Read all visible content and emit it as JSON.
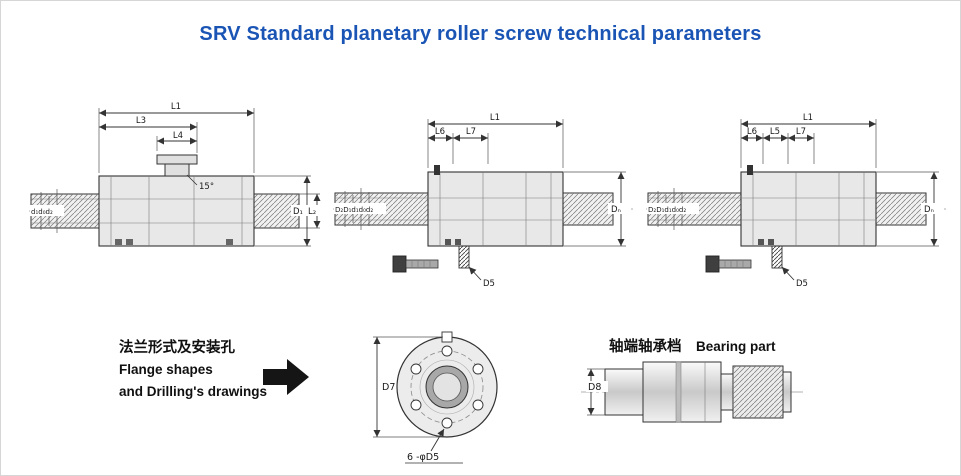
{
  "title": "SRV Standard planetary roller screw technical parameters",
  "colors": {
    "title_blue": "#1a55b5",
    "drawing_line": "#333333",
    "metal_fill": "#e8e8e8"
  },
  "left_drawing": {
    "l1": "L1",
    "l3": "L3",
    "l4": "L4",
    "angle": "15°",
    "left_dias": "d₁d₀d₂",
    "d1": "D₁",
    "l2": "L₂"
  },
  "middle_drawing": {
    "l1": "L1",
    "l6": "L6",
    "l7": "L7",
    "left_dias": "D₂D₁d₁d₀d₂",
    "dn": "Dₙ",
    "d5": "D5"
  },
  "right_drawing": {
    "l1": "L1",
    "l6": "L6",
    "l5": "L5",
    "l7": "L7",
    "left_dias": "D₂D₁d₁d₀d₂",
    "dn": "Dₙ",
    "d5": "D5"
  },
  "flange_section": {
    "caption_zh": "法兰形式及安装孔",
    "caption_en_1": "Flange shapes",
    "caption_en_2": "and Drilling's drawings",
    "d7": "D7",
    "holes": "6 -φD5"
  },
  "bearing_section": {
    "caption_zh": "轴端轴承档",
    "caption_en": "Bearing part",
    "d8": "D8"
  }
}
